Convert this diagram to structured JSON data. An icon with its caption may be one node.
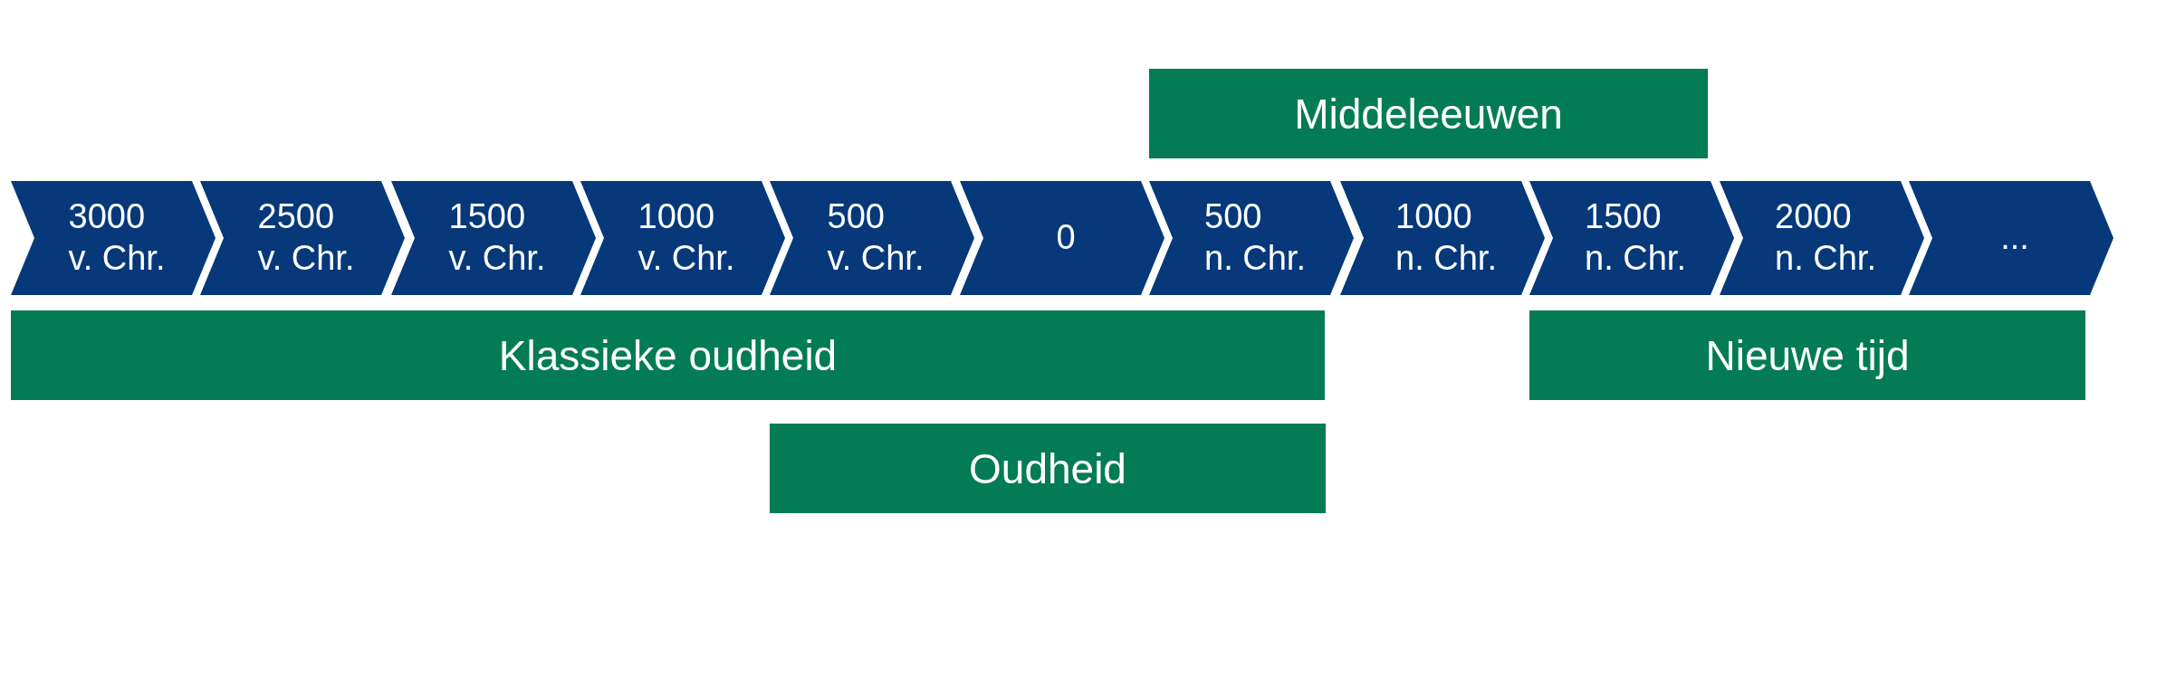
{
  "diagram": {
    "nodes": [
      {
        "text": [
          "3000 v. Chr."
        ]
      },
      {
        "text": [
          "2500 v. Chr."
        ]
      },
      {
        "text": [
          "1500 v. Chr."
        ]
      },
      {
        "text": [
          "1000 v. Chr."
        ]
      },
      {
        "text": [
          "500 v. Chr."
        ]
      },
      {
        "text": [
          "0"
        ]
      },
      {
        "text": [
          "500 n. Chr."
        ]
      },
      {
        "text": [
          "1000 n. Chr."
        ]
      },
      {
        "text": [
          "1500 n. Chr."
        ]
      },
      {
        "text": [
          "2000 n. Chr."
        ]
      },
      {
        "text": [
          "..."
        ]
      },
      {
        "text": [
          "Middeleeuwen"
        ]
      },
      {
        "text": [
          "Klassieke oudheid"
        ]
      },
      {
        "text": [
          "Nieuwe tijd"
        ]
      },
      {
        "text": [
          "Oudheid"
        ]
      }
    ]
  }
}
